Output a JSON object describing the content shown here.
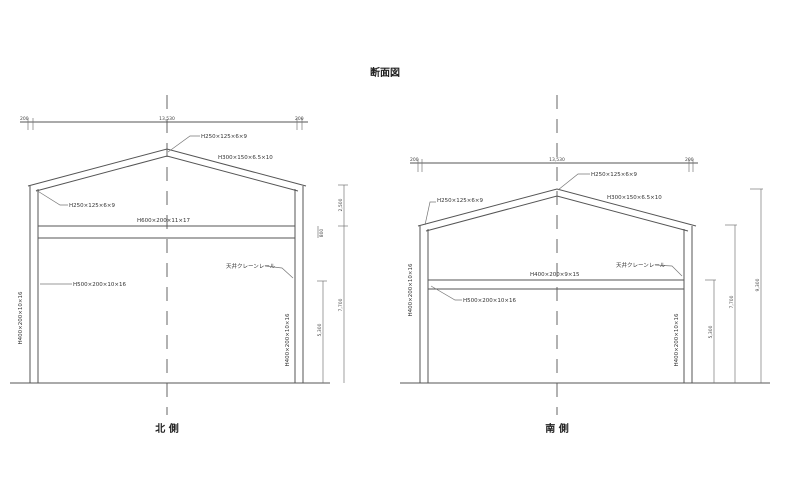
{
  "title": "断面図",
  "north": {
    "caption": "北 側",
    "span": "13,530",
    "edge_left": "200",
    "edge_right": "200",
    "ridge_joint": "H250×125×6×9",
    "rafter": "H300×150×6.5×10",
    "eave_joint": "H250×125×6×9",
    "tie_beam": "H600×200×11×17",
    "crane_girder": "H500×200×10×16",
    "crane_rail": "天井クレーンレール",
    "column_left": "H400×200×10×16",
    "column_right": "H400×200×10×16",
    "dims": {
      "roof": "2,500",
      "beam": "800",
      "total": "7,700",
      "rail": "5,300"
    }
  },
  "south": {
    "caption": "南 側",
    "span": "13,530",
    "edge_left": "200",
    "edge_right": "200",
    "ridge_joint": "H250×125×6×9",
    "rafter": "H300×150×6.5×10",
    "eave_joint": "H250×125×6×9",
    "tie_beam": "H400×200×9×15",
    "crane_girder": "H500×200×10×16",
    "crane_rail": "天井クレーンレール",
    "column_left": "H400×200×10×16",
    "column_right": "H400×200×10×16",
    "dims": {
      "rail": "5,300",
      "eave": "7,700",
      "ridge": "9,300"
    }
  }
}
